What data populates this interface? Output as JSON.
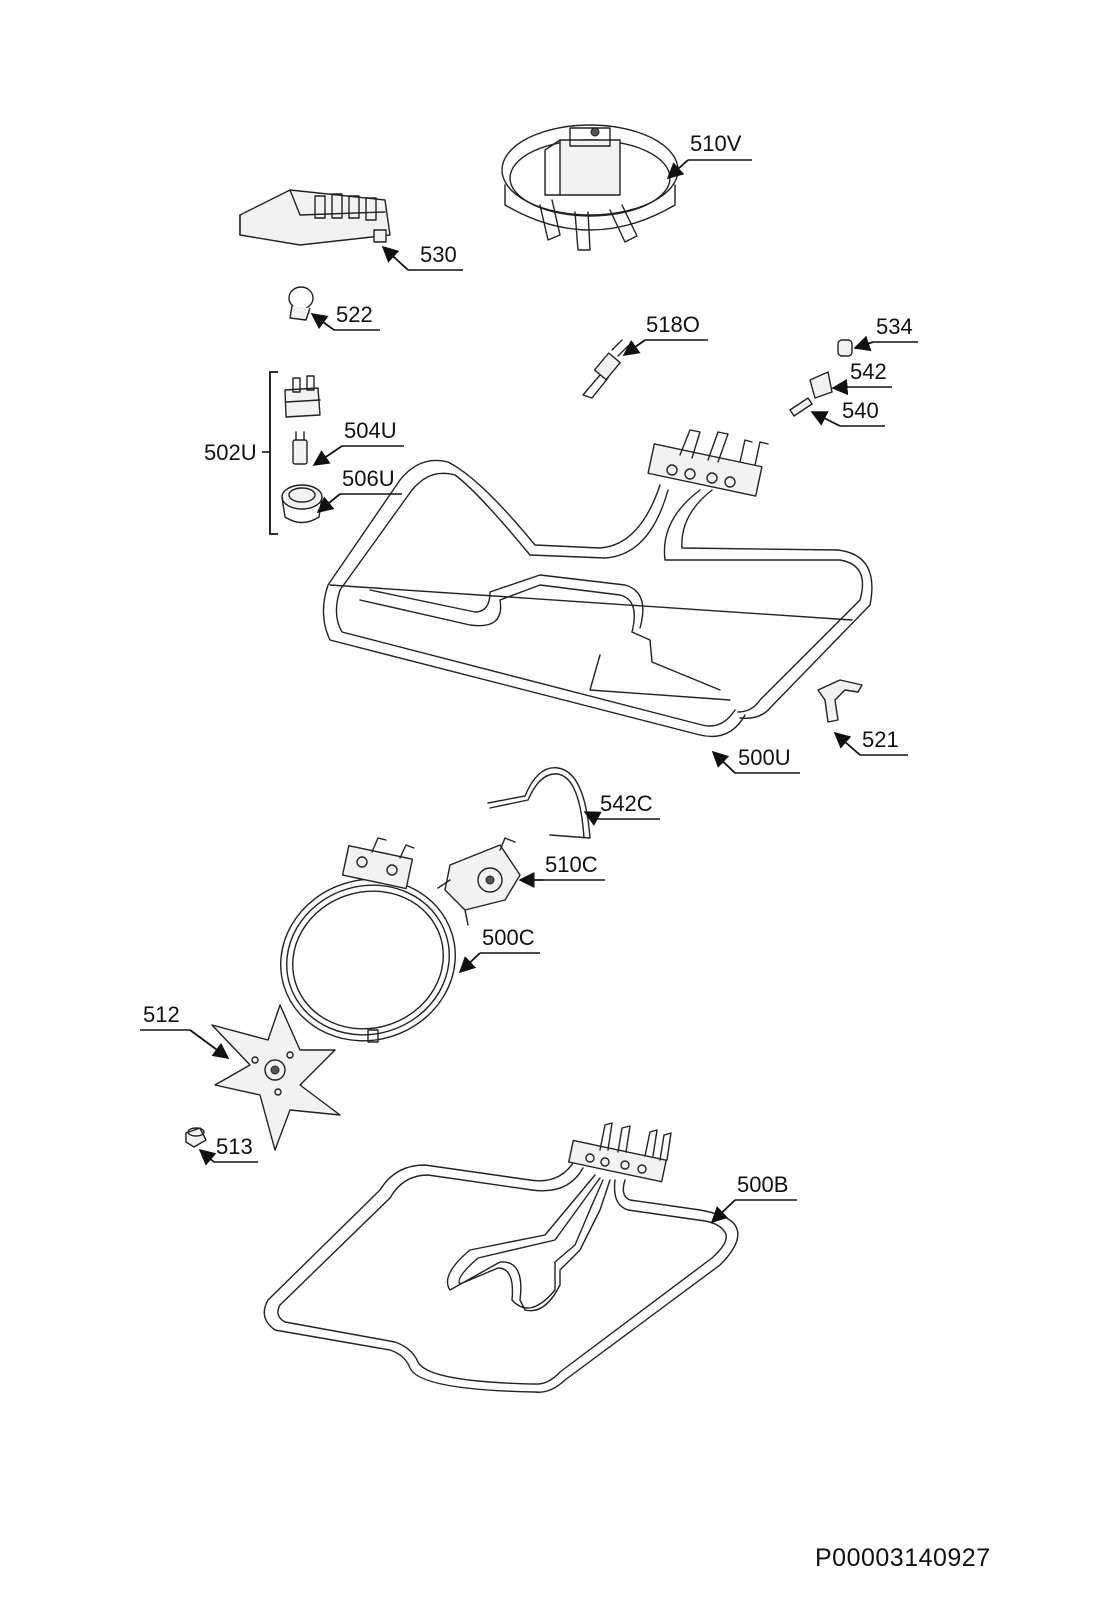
{
  "document_id": "P00003140927",
  "labels": {
    "p510V": "510V",
    "p530": "530",
    "p522": "522",
    "p518O": "518O",
    "p534": "534",
    "p542": "542",
    "p540": "540",
    "p502U": "502U",
    "p504U": "504U",
    "p506U": "506U",
    "p521": "521",
    "p500U": "500U",
    "p542C": "542C",
    "p510C": "510C",
    "p500C": "500C",
    "p512": "512",
    "p513": "513",
    "p500B": "500B"
  }
}
